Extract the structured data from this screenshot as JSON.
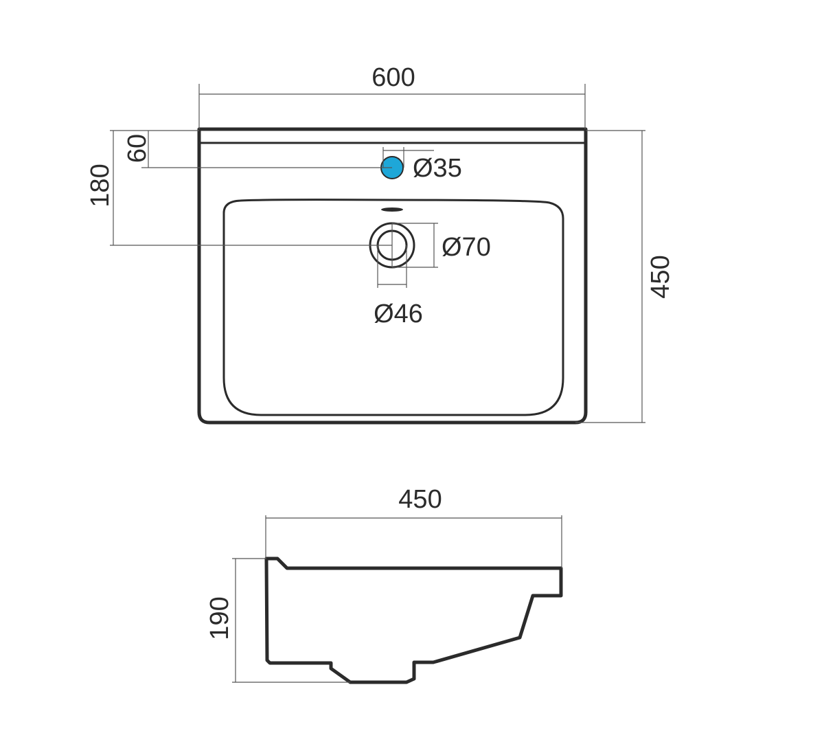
{
  "top_view": {
    "width_label": "600",
    "depth_label": "450",
    "drain_offset_label": "180",
    "tap_offset_label": "60",
    "tap_hole_label": "Ø35",
    "drain_outer_label": "Ø70",
    "drain_inner_label": "Ø46"
  },
  "side_view": {
    "depth_label": "450",
    "height_label": "190"
  },
  "colors": {
    "tap_hole": "#1ea7d8",
    "outline": "#2b2b2b"
  }
}
